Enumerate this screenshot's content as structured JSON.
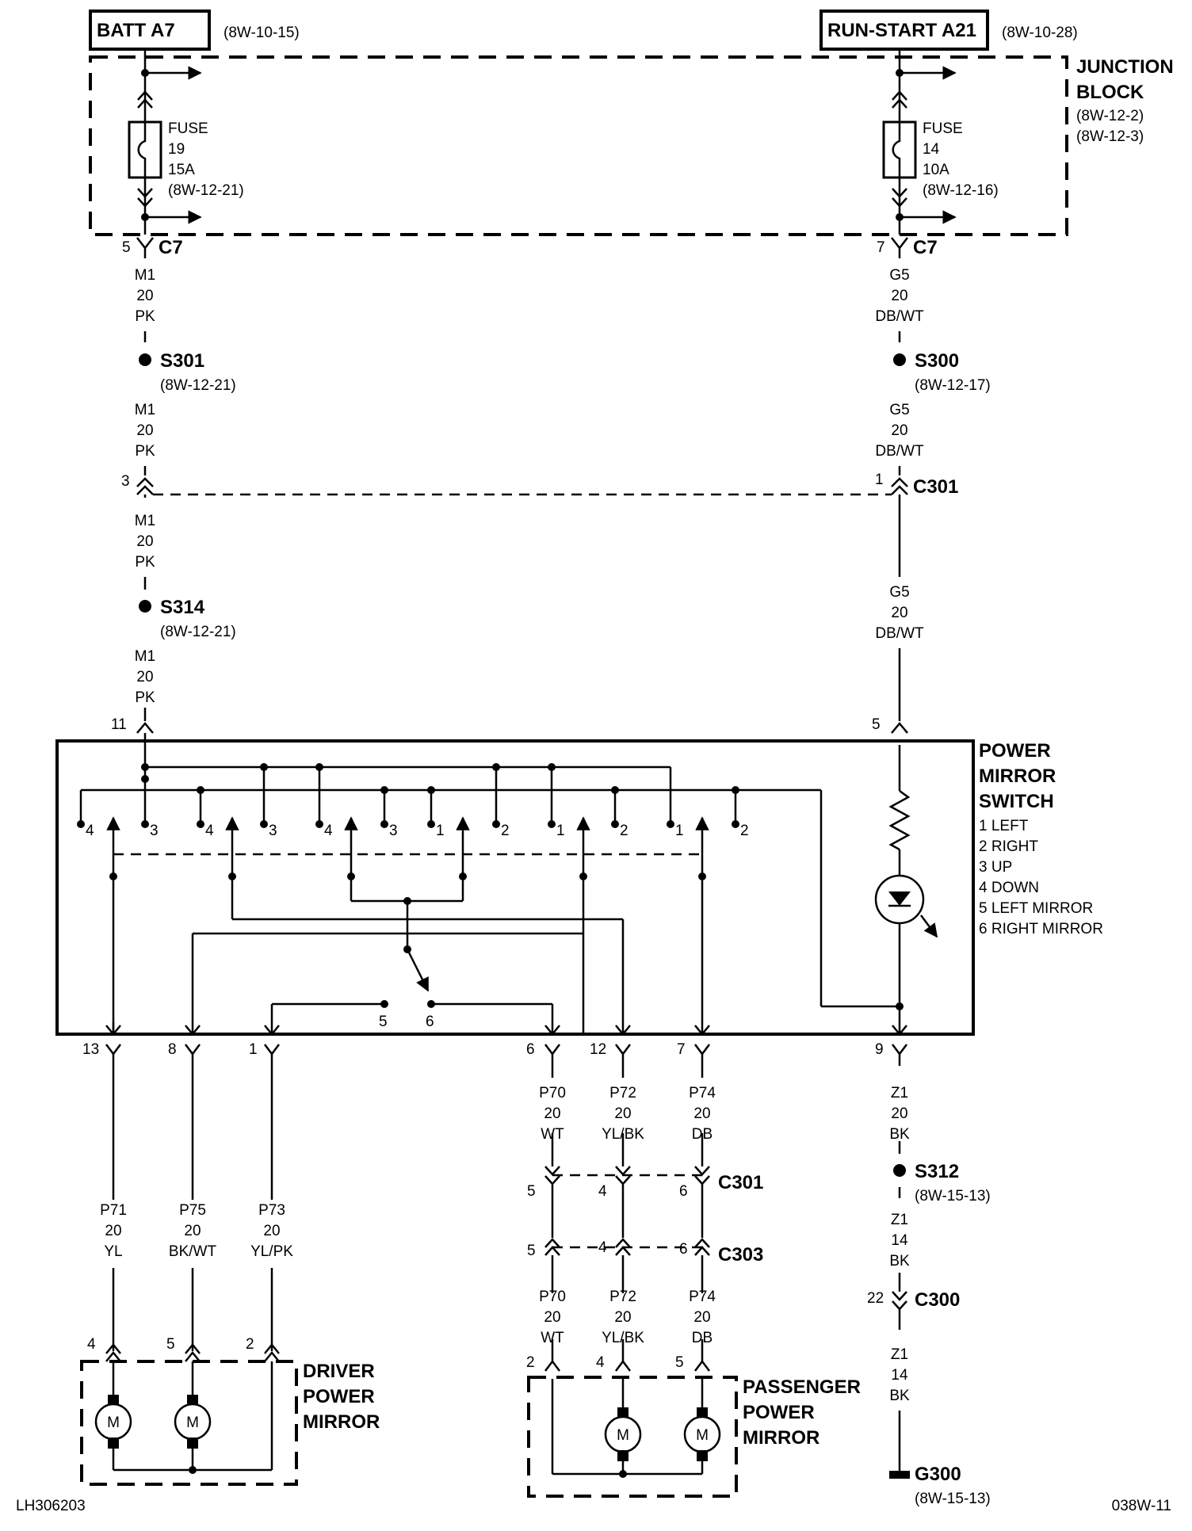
{
  "sources": {
    "batt": {
      "label": "BATT A7",
      "ref": "(8W-10-15)"
    },
    "run_start": {
      "label": "RUN-START A21",
      "ref": "(8W-10-28)"
    }
  },
  "junction_block": {
    "label1": "JUNCTION",
    "label2": "BLOCK",
    "ref1": "(8W-12-2)",
    "ref2": "(8W-12-3)"
  },
  "fuse19": {
    "l1": "FUSE",
    "l2": "19",
    "l3": "15A",
    "l4": "(8W-12-21)"
  },
  "fuse14": {
    "l1": "FUSE",
    "l2": "14",
    "l3": "10A",
    "l4": "(8W-12-16)"
  },
  "left_col": {
    "c7_pin": "5",
    "c7": "C7",
    "w1": [
      "M1",
      "20",
      "PK"
    ],
    "s301": "S301",
    "s301_ref": "(8W-12-21)",
    "w2": [
      "M1",
      "20",
      "PK"
    ],
    "c301_pin": "3",
    "w3": [
      "M1",
      "20",
      "PK"
    ],
    "s314": "S314",
    "s314_ref": "(8W-12-21)",
    "w4": [
      "M1",
      "20",
      "PK"
    ],
    "sw_pin": "11"
  },
  "right_col": {
    "c7_pin": "7",
    "c7": "C7",
    "w1": [
      "G5",
      "20",
      "DB/WT"
    ],
    "s300": "S300",
    "s300_ref": "(8W-12-17)",
    "w2": [
      "G5",
      "20",
      "DB/WT"
    ],
    "c301_pin": "1",
    "c301": "C301",
    "w3": [
      "G5",
      "20",
      "DB/WT"
    ],
    "sw_pin": "5"
  },
  "switch": {
    "title1": "POWER",
    "title2": "MIRROR",
    "title3": "SWITCH",
    "legend": [
      "1 LEFT",
      "2 RIGHT",
      "3 UP",
      "4 DOWN",
      "5 LEFT MIRROR",
      "6 RIGHT MIRROR"
    ],
    "contacts": [
      "4",
      "3",
      "4",
      "3",
      "4",
      "3",
      "1",
      "2",
      "1",
      "2",
      "1",
      "2"
    ],
    "sel_left": "5",
    "sel_right": "6"
  },
  "bottom_pins": {
    "p13": "13",
    "p8": "8",
    "p1": "1",
    "p6": "6",
    "p12": "12",
    "p7": "7",
    "p9": "9"
  },
  "driver_wires": {
    "p71": [
      "P71",
      "20",
      "YL"
    ],
    "p75": [
      "P75",
      "20",
      "BK/WT"
    ],
    "p73": [
      "P73",
      "20",
      "YL/PK"
    ]
  },
  "driver_mirror": {
    "pin_a": "4",
    "pin_b": "5",
    "pin_c": "2",
    "motor_a": "M",
    "motor_b": "M",
    "title1": "DRIVER",
    "title2": "POWER",
    "title3": "MIRROR"
  },
  "pass_wires_upper": {
    "p70": [
      "P70",
      "20",
      "WT"
    ],
    "p72": [
      "P72",
      "20",
      "YL/BK"
    ],
    "p74": [
      "P74",
      "20",
      "DB"
    ]
  },
  "c301_lower": {
    "pin_a": "5",
    "pin_b": "4",
    "pin_c": "6",
    "label": "C301"
  },
  "c303": {
    "pin_a": "5",
    "pin_b": "4",
    "pin_c": "6",
    "label": "C303"
  },
  "pass_wires_lower": {
    "p70": [
      "P70",
      "20",
      "WT"
    ],
    "p72": [
      "P72",
      "20",
      "YL/BK"
    ],
    "p74": [
      "P74",
      "20",
      "DB"
    ]
  },
  "pass_mirror": {
    "pin_a": "2",
    "pin_b": "4",
    "pin_c": "5",
    "motor_a": "M",
    "motor_b": "M",
    "title1": "PASSENGER",
    "title2": "POWER",
    "title3": "MIRROR"
  },
  "ground": {
    "w1": [
      "Z1",
      "20",
      "BK"
    ],
    "s312": "S312",
    "s312_ref": "(8W-15-13)",
    "w2": [
      "Z1",
      "14",
      "BK"
    ],
    "c300_pin": "22",
    "c300": "C300",
    "w3": [
      "Z1",
      "14",
      "BK"
    ],
    "g300": "G300",
    "g300_ref": "(8W-15-13)"
  },
  "footer": {
    "left": "LH306203",
    "right": "038W-11"
  }
}
